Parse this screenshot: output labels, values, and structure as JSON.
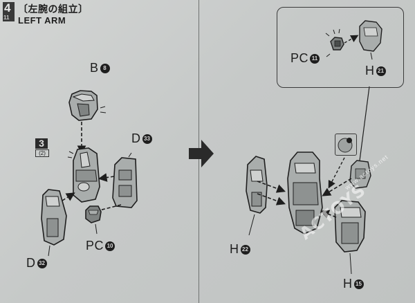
{
  "header": {
    "step_number": "4",
    "step_sub": "11",
    "title_jp": "〔左腕の組立〕",
    "title_en": "LEFT ARM"
  },
  "substep": {
    "number": "3",
    "paren": "(2)"
  },
  "left_panel": {
    "labels": {
      "b8": {
        "letter": "B",
        "num": "8"
      },
      "d33": {
        "letter": "D",
        "num": "33"
      },
      "pc10": {
        "letter": "PC",
        "num": "10"
      },
      "d32": {
        "letter": "D",
        "num": "32"
      }
    }
  },
  "right_panel": {
    "callout": {
      "pc11": {
        "letter": "PC",
        "num": "11"
      },
      "h21": {
        "letter": "H",
        "num": "21"
      }
    },
    "labels": {
      "h22": {
        "letter": "H",
        "num": "22"
      },
      "h15": {
        "letter": "H",
        "num": "15"
      }
    }
  },
  "watermark": {
    "brand": "ACTOYS",
    "url": "www.actoys.net"
  },
  "colors": {
    "paper": "#c9cccb",
    "ink": "#1e1e1e",
    "part_fill": "#a9adac",
    "part_shade": "#7f8382"
  }
}
